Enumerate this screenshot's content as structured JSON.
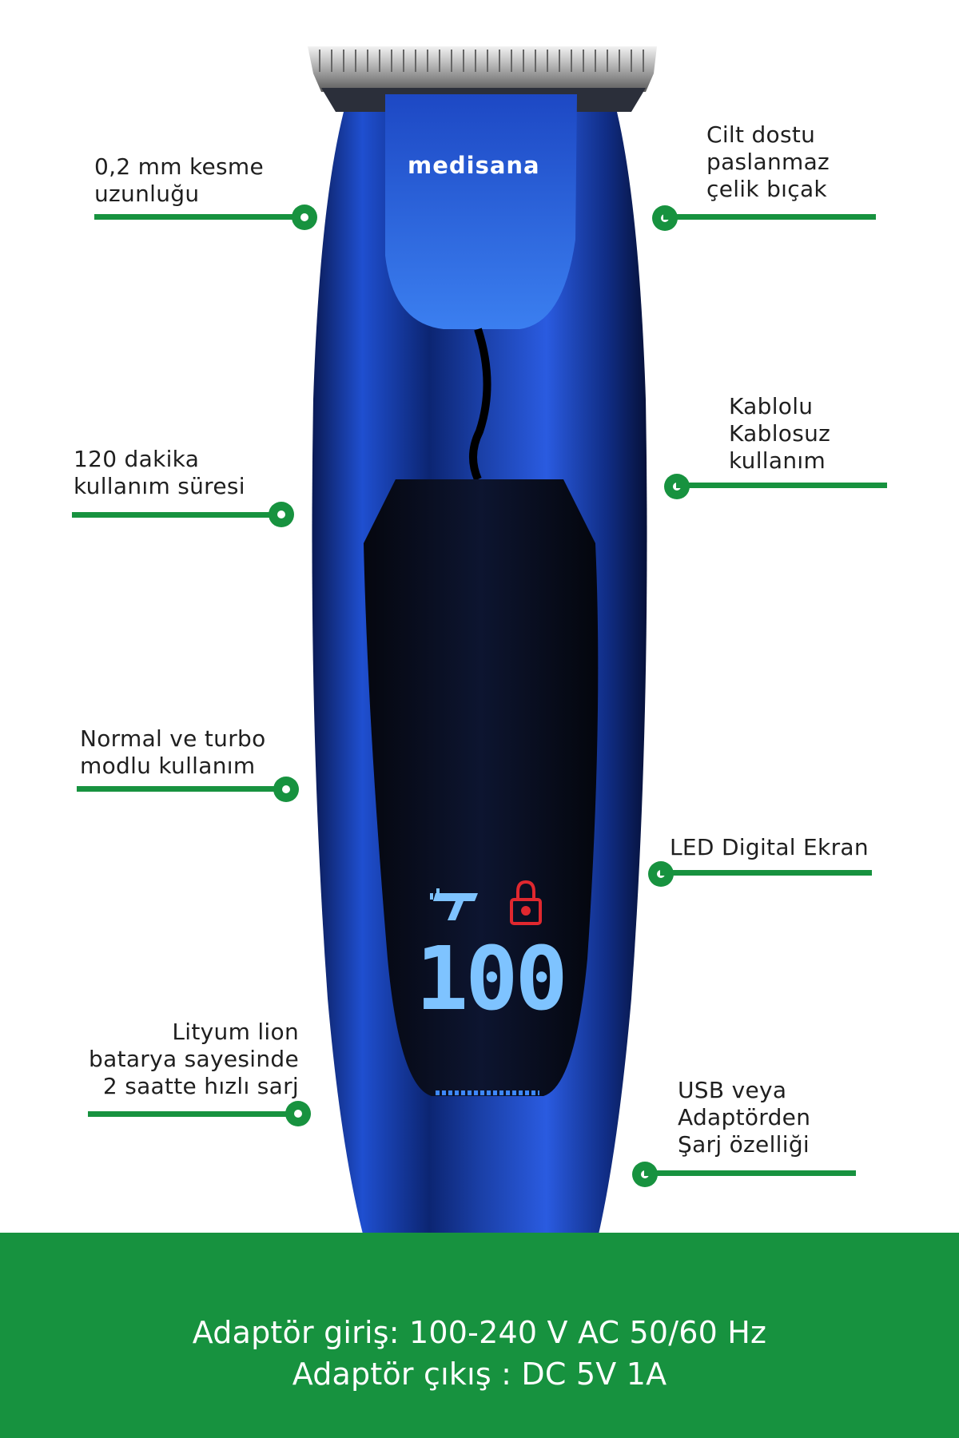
{
  "brand": {
    "logo_text": "medisana"
  },
  "device_display": {
    "reading": "100",
    "turbo_icon": "turbo-t-icon",
    "lock_icon": "lock-icon"
  },
  "callouts": {
    "cutting_length": [
      "0,2 mm kesme",
      "uzunluğu"
    ],
    "skin_friendly_blade": [
      "Cilt dostu",
      "paslanmaz",
      "çelik bıçak"
    ],
    "corded_cordless": [
      "Kablolu",
      "Kablosuz",
      "kullanım"
    ],
    "usage_time": [
      "120 dakika",
      "kullanım süresi"
    ],
    "turbo_mode": [
      "Normal ve turbo",
      "modlu kullanım"
    ],
    "led_display": [
      "LED Digital Ekran"
    ],
    "battery": [
      "Lityum lion",
      "batarya sayesinde",
      "2 saatte hızlı sarj"
    ],
    "usb_charging": [
      "USB veya",
      "Adaptörden",
      "Şarj özelliği"
    ]
  },
  "footer": {
    "line1": "Adaptör giriş: 100-240 V AC 50/60 Hz",
    "line2": "Adaptör çıkış : DC 5V 1A"
  },
  "colors": {
    "accent_green": "#17923f",
    "body_blue": "#1a3fa6",
    "display_digits": "#7ec3ff",
    "lock_red": "#e0282f"
  }
}
